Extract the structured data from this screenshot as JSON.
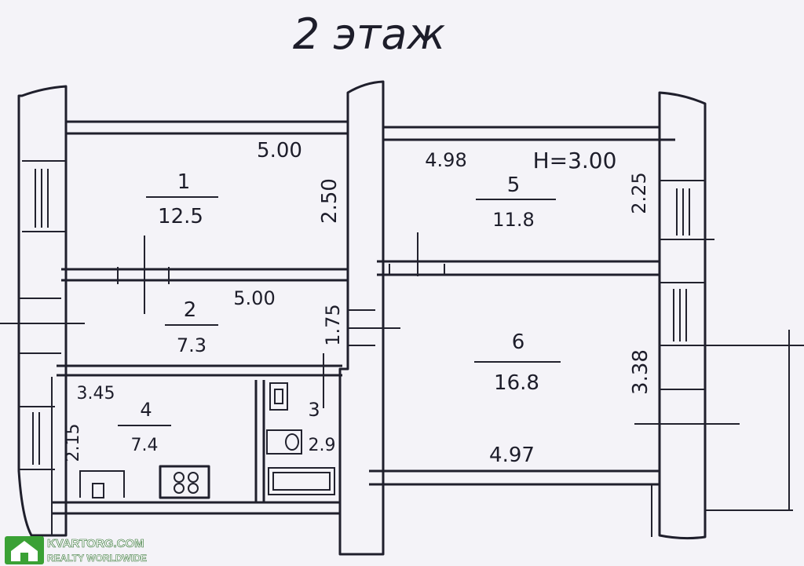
{
  "title": "2 этаж",
  "height_note": "H=3.00",
  "rooms": [
    {
      "number": "1",
      "area": "12.5"
    },
    {
      "number": "2",
      "area": "7.3"
    },
    {
      "number": "3",
      "area": "2.9"
    },
    {
      "number": "4",
      "area": "7.4"
    },
    {
      "number": "5",
      "area": "11.8"
    },
    {
      "number": "6",
      "area": "16.8"
    }
  ],
  "dimensions": {
    "room1_width": "5.00",
    "room1_depth": "2.50",
    "room2_width": "5.00",
    "room2_depth": "1.75",
    "room4_width": "3.45",
    "room4_depth": "2.15",
    "room5_width": "4.98",
    "room5_depth": "2.25",
    "room6_width": "4.97",
    "room6_depth": "3.38"
  },
  "watermark": {
    "name": "KVARTORG.COM",
    "tagline": "REALTY WORLDWIDE",
    "brand_color": "#3aa135"
  }
}
